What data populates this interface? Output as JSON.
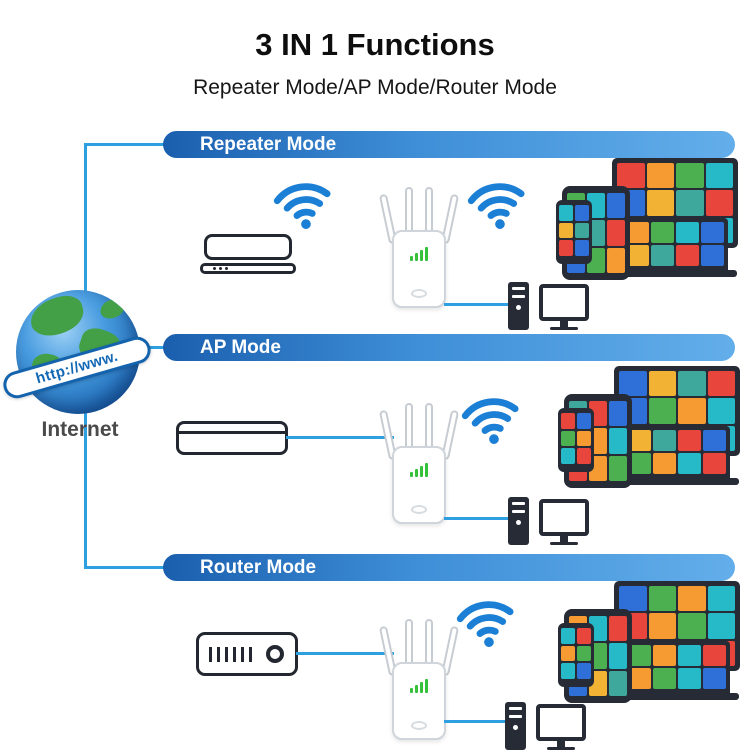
{
  "header": {
    "title": "3 IN 1 Functions",
    "subtitle": "Repeater Mode/AP Mode/Router Mode"
  },
  "internet": {
    "label": "Internet",
    "globe_text": "http://www."
  },
  "modes": [
    {
      "label": "Repeater Mode"
    },
    {
      "label": "AP Mode"
    },
    {
      "label": "Router Mode"
    }
  ],
  "colors": {
    "banner_start": "#1a5fae",
    "banner_end": "#63aeea",
    "connector_blue": "#2e9fe0",
    "wifi_blue": "#1b7fd6",
    "device_dark": "#262b36",
    "led_green": "#35c13a",
    "lineart_dark": "#23272f",
    "tile_colors": [
      "#e8453c",
      "#f59b31",
      "#4caf50",
      "#26b9c7",
      "#2f6fd8",
      "#f2b233",
      "#3da89b",
      "#e8453c",
      "#2f6fd8",
      "#4caf50",
      "#f59b31",
      "#26b9c7"
    ]
  }
}
